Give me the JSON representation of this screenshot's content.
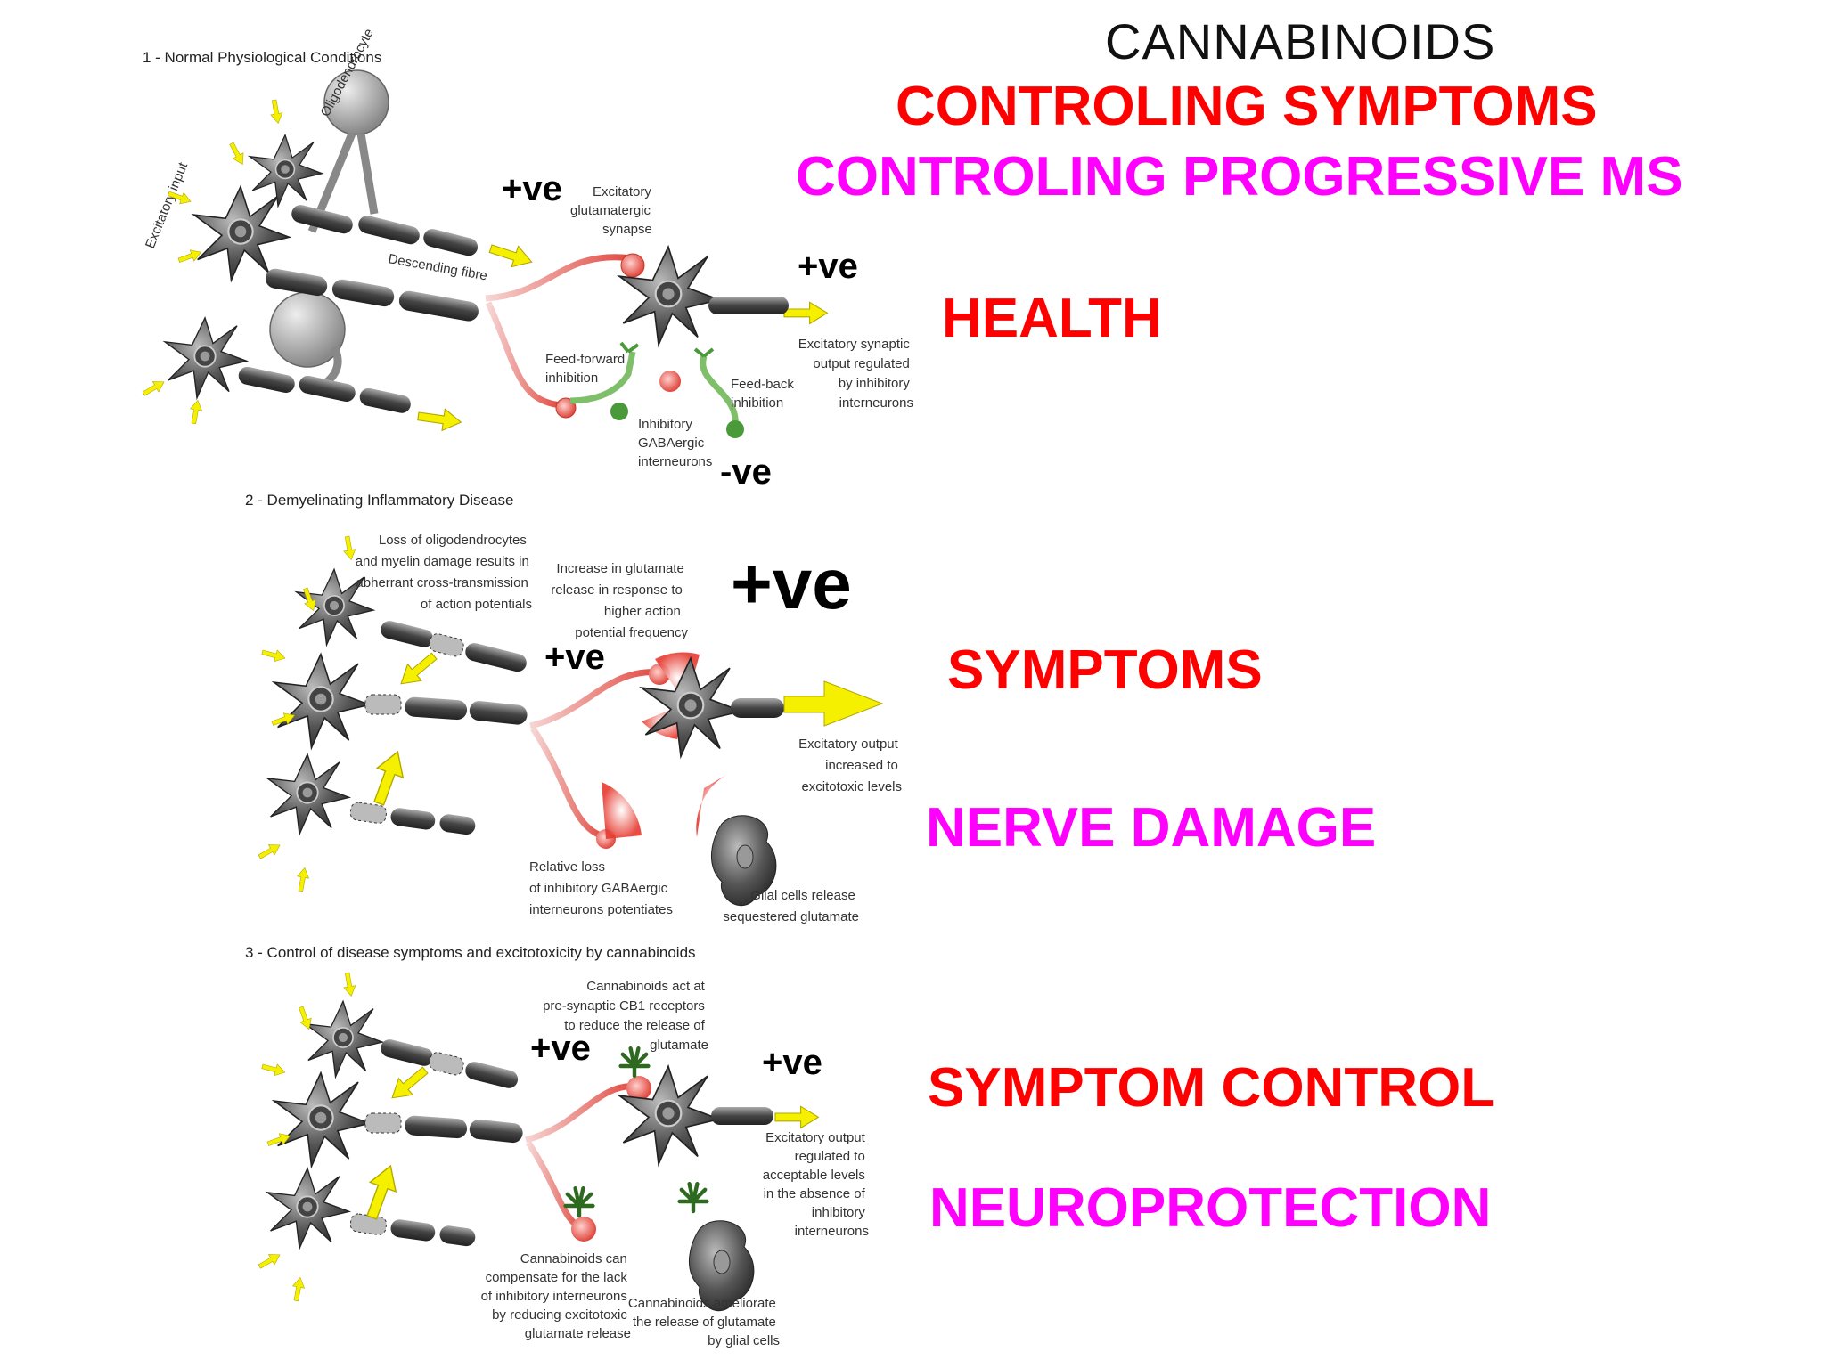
{
  "header": {
    "title": "CANNABINOIDS",
    "subtitle_1": "CONTROLING SYMPTOMS",
    "subtitle_2": "CONTROLING PROGRESSIVE MS"
  },
  "colors": {
    "red": "#ff0000",
    "magenta": "#ff00ff",
    "arrow_yellow": "#f5f000",
    "neuron_gray": "#555555",
    "synapse_red": "#e0473e",
    "inhibitory_green": "#4a9a3a"
  },
  "labels": {
    "health": "HEALTH",
    "symptoms": "SYMPTOMS",
    "nerve_damage": "NERVE DAMAGE",
    "symptom_control": "SYMPTOM CONTROL",
    "neuroprotection": "NEUROPROTECTION"
  },
  "panel1": {
    "title": "1 - Normal Physiological Conditions",
    "excitatory_input": "Excitatory input",
    "oligodendrocyte": "Oligodendrocyte",
    "descending_fibre": "Descending fibre",
    "synapse": [
      "Excitatory",
      "glutamatergic",
      "synapse"
    ],
    "feed_forward": [
      "Feed-forward",
      "inhibition"
    ],
    "feed_back": [
      "Feed-back",
      "inhibition"
    ],
    "interneurons": [
      "Inhibitory",
      "GABAergic",
      "interneurons"
    ],
    "output": [
      "Excitatory synaptic",
      "output regulated",
      "by inhibitory",
      "interneurons"
    ],
    "sign_pos_1": "+ve",
    "sign_pos_2": "+ve",
    "sign_neg": "-ve"
  },
  "panel2": {
    "title": "2 - Demyelinating Inflammatory Disease",
    "loss_note": [
      "Loss of oligodendrocytes",
      "and myelin damage results in",
      "abherrant cross-transmission",
      "of action potentials"
    ],
    "increase_note": [
      "Increase in glutamate",
      "release in response to",
      "higher action",
      "potential frequency"
    ],
    "output": [
      "Excitatory output",
      "increased to",
      "excitotoxic levels"
    ],
    "relative_loss": [
      "Relative loss",
      "of inhibitory GABAergic",
      "interneurons potentiates"
    ],
    "glial": [
      "Glial cells release",
      "sequestered glutamate"
    ],
    "sign_big": "+ve",
    "sign_small": "+ve"
  },
  "panel3": {
    "title": "3 - Control of disease symptoms and excitotoxicity by cannabinoids",
    "act_note": [
      "Cannabinoids act at",
      "pre-synaptic CB1 receptors",
      "to reduce the release of",
      "glutamate"
    ],
    "output": [
      "Excitatory output",
      "regulated to",
      "acceptable levels",
      "in the absence of",
      "inhibitory",
      "interneurons"
    ],
    "compensate": [
      "Cannabinoids can",
      "compensate for the lack",
      "of inhibitory interneurons",
      "by reducing excitotoxic",
      "glutamate release"
    ],
    "ameliorate": [
      "Cannabinoids ameliorate",
      "the release of glutamate",
      "by glial cells"
    ],
    "sign_pos_1": "+ve",
    "sign_pos_2": "+ve"
  }
}
